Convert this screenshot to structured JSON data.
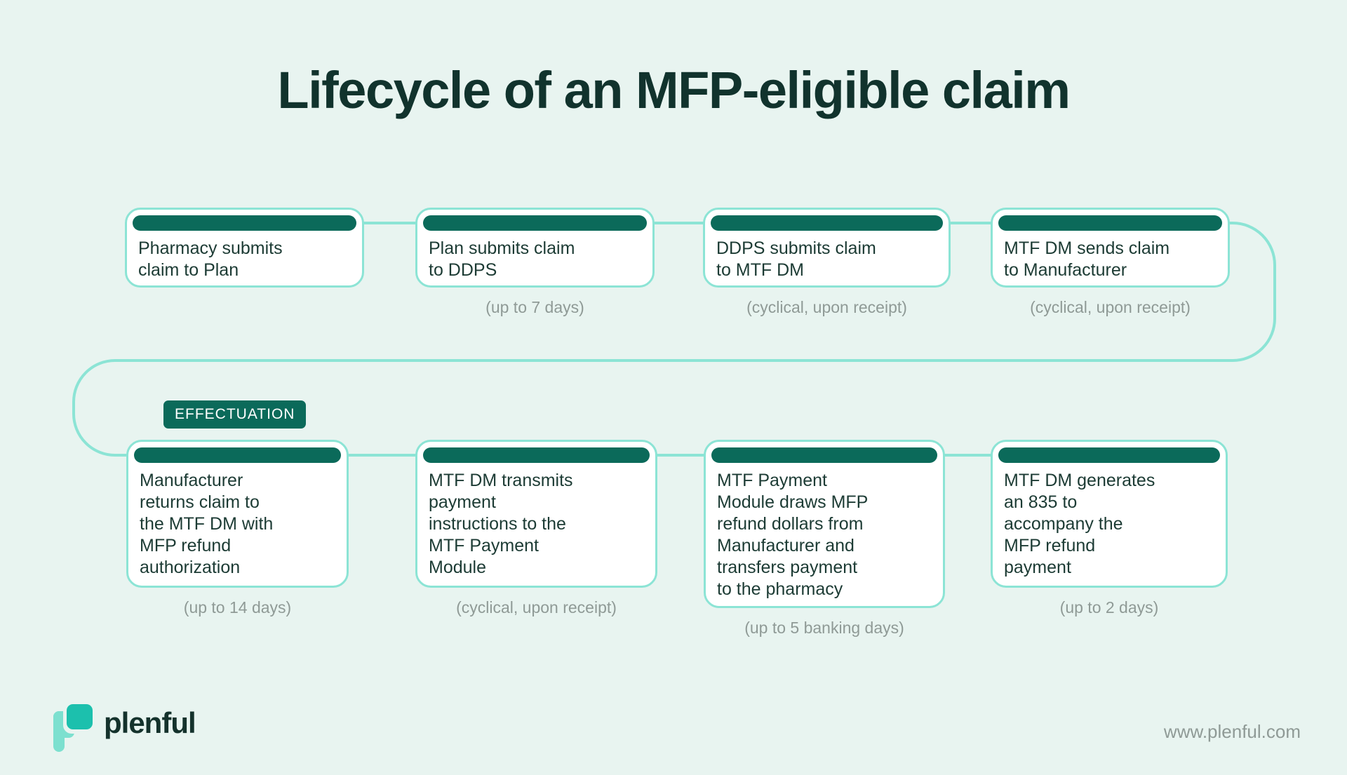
{
  "title": "Lifecycle of an MFP-eligible claim",
  "colors": {
    "background": "#e8f4f0",
    "card_border": "#8ce4d5",
    "connector": "#8ce4d5",
    "accent_bar": "#0b6a5a",
    "badge_background": "#0b6a5a",
    "title_text": "#11332d",
    "card_text": "#1c3b34",
    "caption_text": "#8f9a96",
    "logo_teal_dark": "#1cc0ad",
    "logo_teal_light": "#7ce0cf"
  },
  "row1": {
    "boxes": [
      {
        "text": "Pharmacy submits\nclaim to Plan",
        "caption": ""
      },
      {
        "text": "Plan submits claim\nto DDPS",
        "caption": "(up to 7 days)"
      },
      {
        "text": "DDPS submits claim\nto MTF DM",
        "caption": "(cyclical, upon receipt)"
      },
      {
        "text": "MTF DM sends claim\nto Manufacturer",
        "caption": "(cyclical, upon receipt)"
      }
    ]
  },
  "effectuation_label": "EFFECTUATION",
  "row2": {
    "boxes": [
      {
        "text": "Manufacturer\nreturns claim to\nthe MTF DM with\nMFP refund\nauthorization",
        "caption": "(up to 14 days)"
      },
      {
        "text": "MTF DM transmits\npayment\ninstructions to the\nMTF Payment\nModule",
        "caption": "(cyclical, upon receipt)"
      },
      {
        "text": "MTF Payment\nModule draws MFP\nrefund dollars from\nManufacturer and\ntransfers payment\nto the pharmacy",
        "caption": "(up to 5 banking days)"
      },
      {
        "text": "MTF DM generates\nan 835 to\naccompany the\nMFP refund\npayment",
        "caption": "(up to 2 days)"
      }
    ]
  },
  "footer": {
    "logo_text": "plenful",
    "website": "www.plenful.com"
  }
}
